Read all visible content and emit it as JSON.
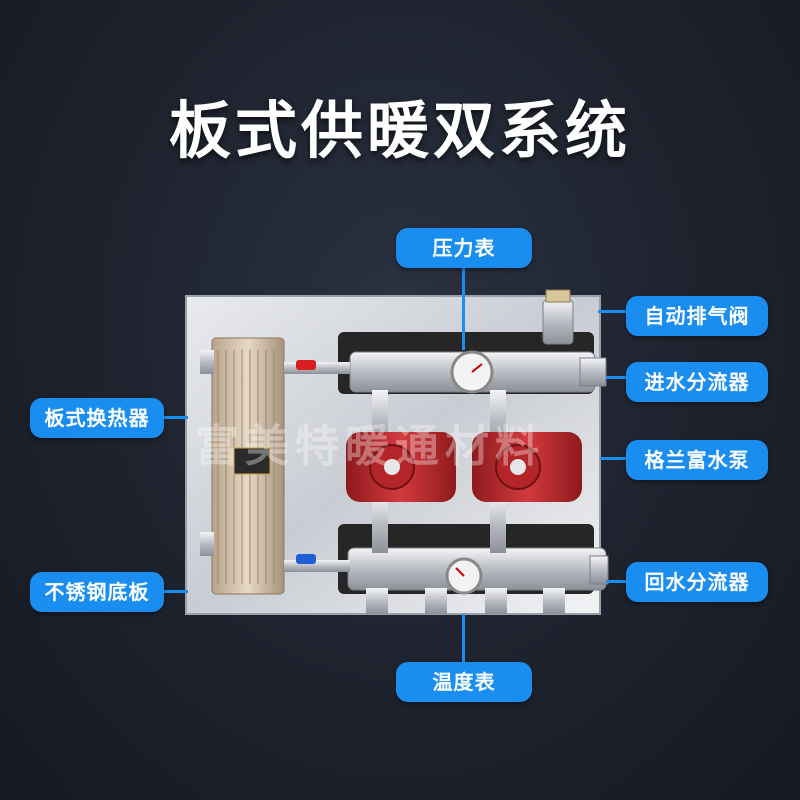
{
  "title": "板式供暖双系统",
  "labels": {
    "pressure_gauge": "压力表",
    "air_vent": "自动排气阀",
    "supply_manifold": "进水分流器",
    "plate_exchanger": "板式换热器",
    "pump": "格兰富水泵",
    "stainless_plate": "不锈钢底板",
    "return_manifold": "回水分流器",
    "thermometer": "温度表"
  },
  "watermark": "富美特暖通材料",
  "colors": {
    "label_bg": "#1a8ef0",
    "pump_red": "#c42a2e",
    "valve_red": "#d81e1e",
    "valve_blue": "#1e5fd8"
  }
}
